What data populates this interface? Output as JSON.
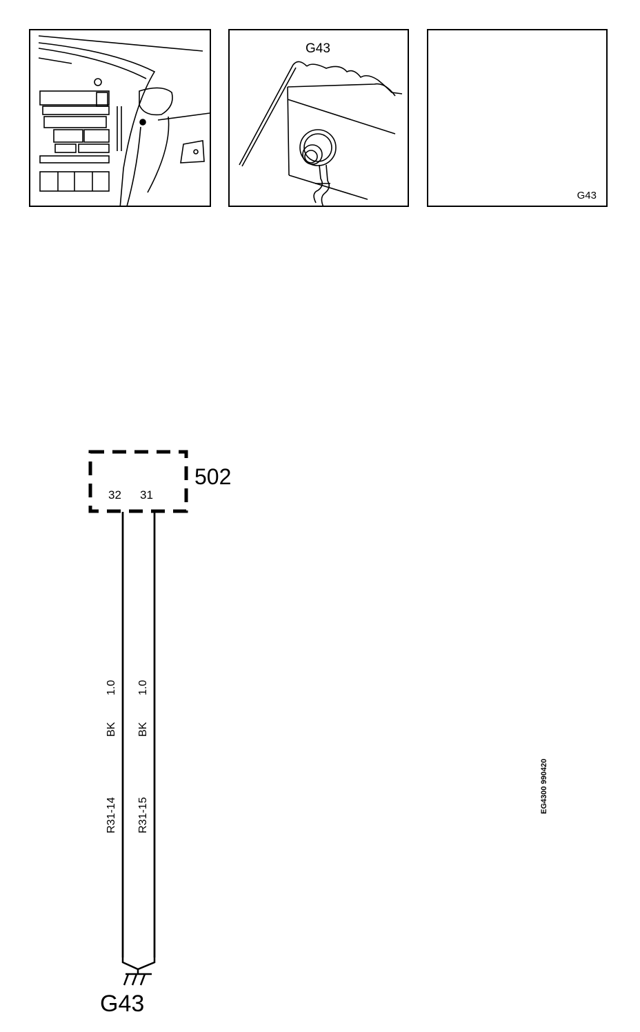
{
  "panels": [
    {
      "id": "dashboard-location",
      "label": ""
    },
    {
      "id": "ground-point-detail",
      "label": "G43"
    },
    {
      "id": "ground-pin-view",
      "label": "G43"
    }
  ],
  "component": {
    "id": "502",
    "pins": [
      "32",
      "31"
    ]
  },
  "wires": [
    {
      "pin": "32",
      "size": "1.0",
      "color": "BK",
      "connector": "R31-14"
    },
    {
      "pin": "31",
      "size": "1.0",
      "color": "BK",
      "connector": "R31-15"
    }
  ],
  "ground": {
    "id": "G43"
  },
  "document_code": "EG4300 990420"
}
